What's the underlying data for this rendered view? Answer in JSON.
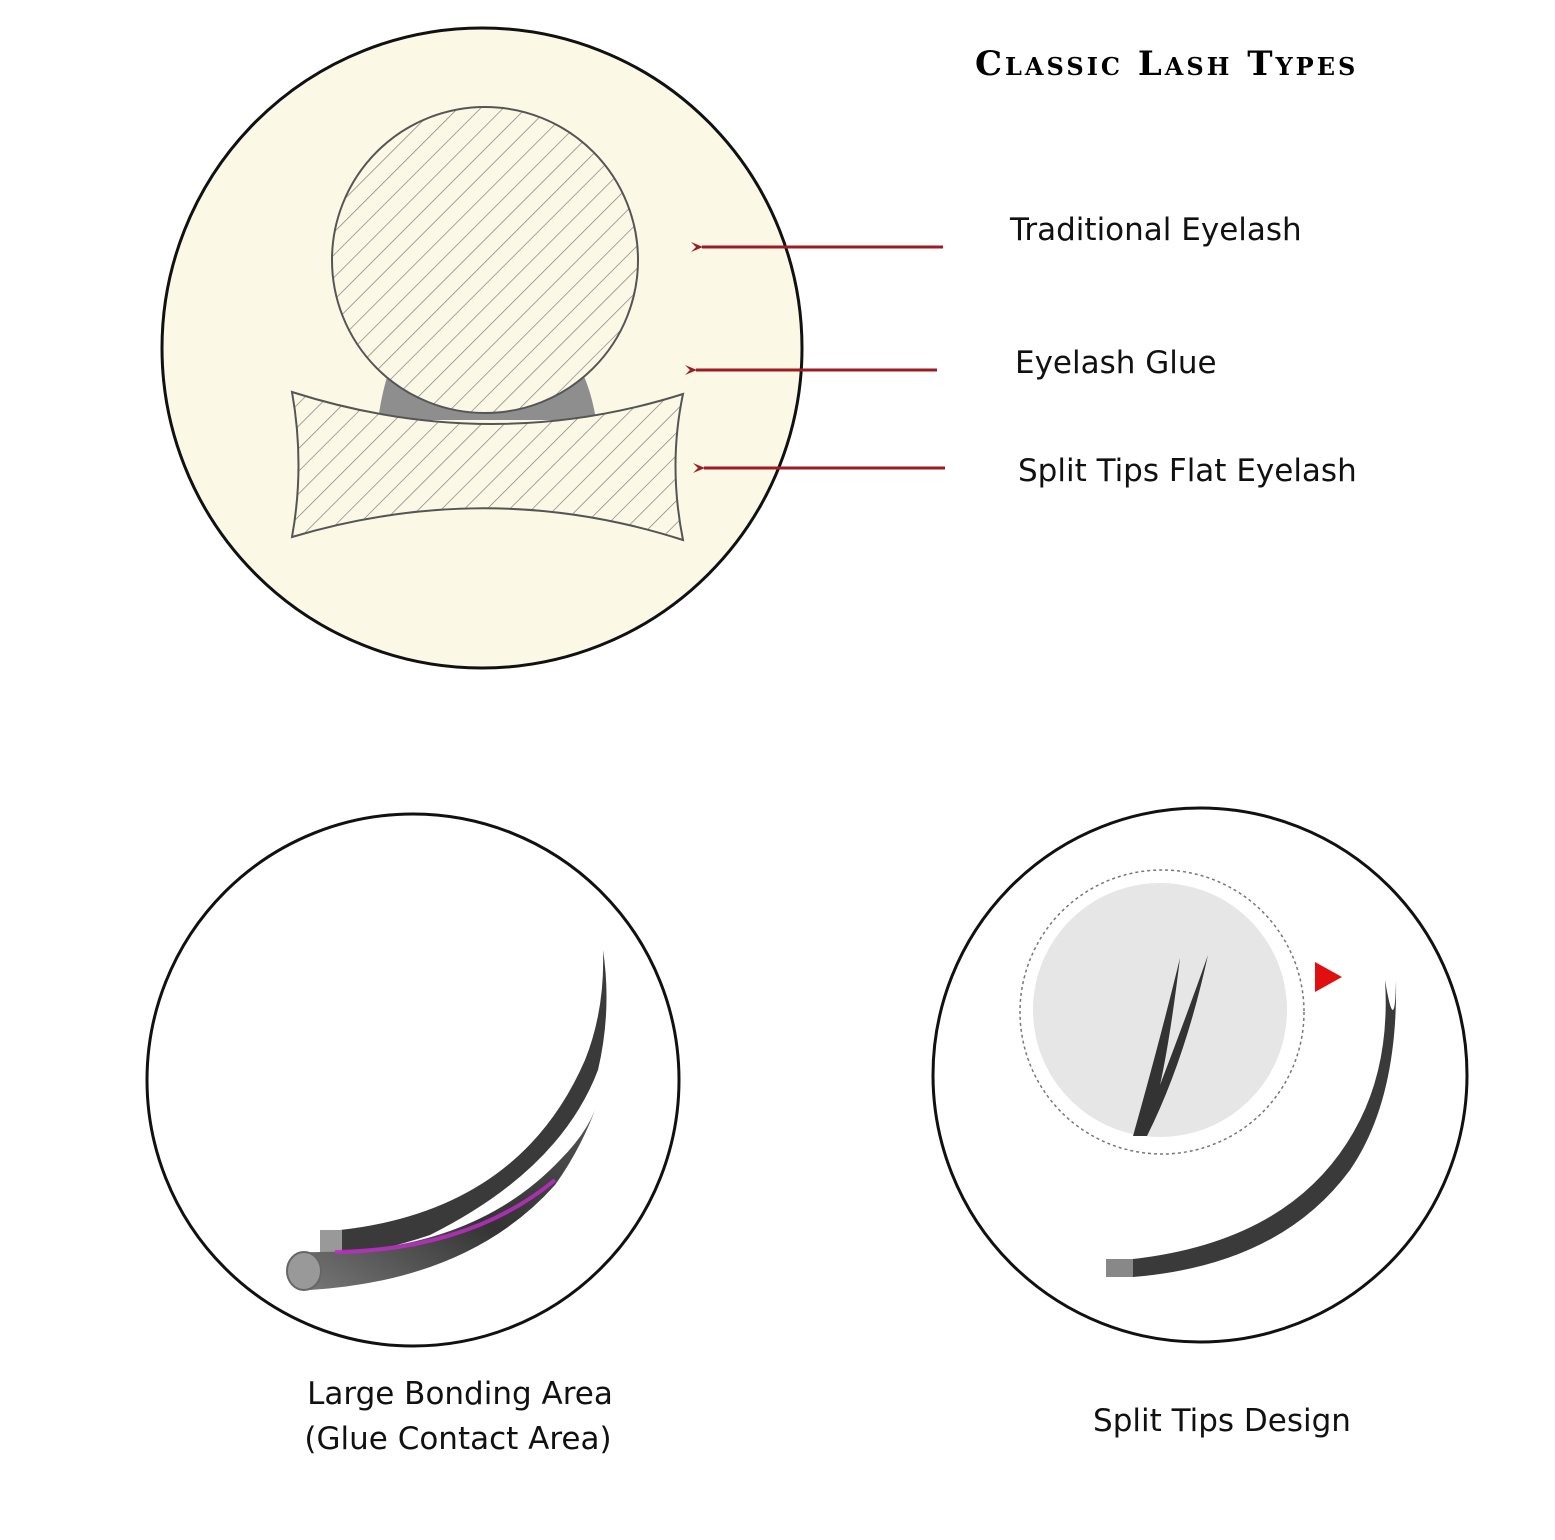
{
  "title": "Classic Lash Types",
  "callouts": [
    {
      "label": "Traditional Eyelash"
    },
    {
      "label": "Eyelash Glue"
    },
    {
      "label": "Split Tips Flat Eyelash"
    }
  ],
  "captions": {
    "bonding_line1": "Large Bonding Area",
    "bonding_line2": "(Glue Contact Area)",
    "split_tips": "Split Tips Design"
  },
  "colors": {
    "cross_section_bg": "#fcf8e6",
    "arrow": "#9b1c22",
    "glue": "#8e8e8e",
    "lash": "#3a3a3a",
    "glue_highlight": "#c02cc8",
    "pointer": "#e01010",
    "zoom_bg": "#e6e6e6"
  }
}
